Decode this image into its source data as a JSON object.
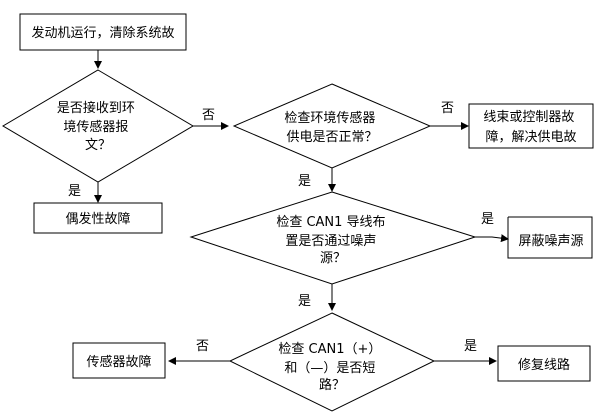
{
  "nodes": {
    "start": {
      "lines": [
        "发动机运行，清除系统故"
      ]
    },
    "q_receive": {
      "lines": [
        "是否接收到环",
        "境传感器报",
        "文？"
      ]
    },
    "q_power": {
      "lines": [
        "检查环境传感器",
        "供电是否正常？"
      ]
    },
    "fix_power": {
      "lines": [
        "线束或控制器故",
        "障，解决供电故"
      ]
    },
    "intermittent": {
      "lines": [
        "偶发性故障"
      ]
    },
    "q_noise": {
      "lines": [
        "检查 CAN1 导线布",
        "置是否通过噪声",
        "源？"
      ]
    },
    "shield": {
      "lines": [
        "屏蔽噪声源"
      ]
    },
    "q_short": {
      "lines": [
        "检查 CAN1（+）",
        "和（—）是否短",
        "路？"
      ]
    },
    "sensor_fault": {
      "lines": [
        "传感器故障"
      ]
    },
    "repair": {
      "lines": [
        "修复线路"
      ]
    }
  },
  "edges": {
    "receive_no": "否",
    "receive_yes": "是",
    "power_no": "否",
    "power_yes": "是",
    "noise_yes": "是",
    "noise_no": "是",
    "short_no": "否",
    "short_yes": "是"
  }
}
